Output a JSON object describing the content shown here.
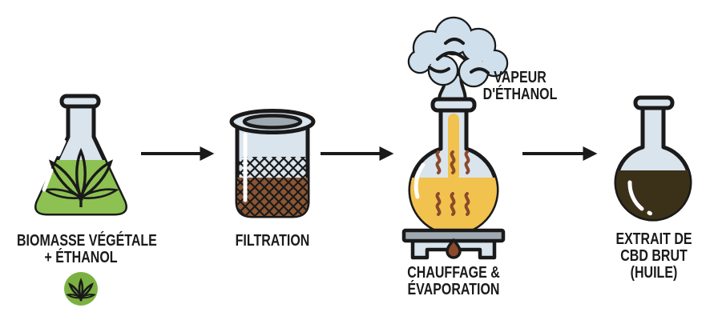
{
  "diagram": {
    "type": "process-flow",
    "subject": "CBD extraction process (ethanol method)",
    "stages": [
      {
        "id": "biomasse",
        "icon": "erlenmeyer-flask-with-cannabis-leaf",
        "label_lines": [
          "BIOMASSE VÉGÉTALE",
          "+ ÉTHANOL"
        ]
      },
      {
        "id": "filtration",
        "icon": "filter-beaker-with-mesh",
        "label_lines": [
          "FILTRATION"
        ]
      },
      {
        "id": "chauffage",
        "icon": "round-flask-on-hot-plate",
        "label_lines": [
          "CHAUFFAGE &",
          "ÉVAPORATION"
        ]
      },
      {
        "id": "extrait",
        "icon": "round-flask-with-dark-oil",
        "label_lines": [
          "EXTRAIT DE",
          "CBD BRUT",
          "(HUILE)"
        ]
      }
    ],
    "annotations": {
      "vapeur_lines": [
        "VAPEUR",
        "D'ÉTHANOL"
      ]
    },
    "connectors": [
      "arrow-right",
      "arrow-right",
      "arrow-right"
    ],
    "icons": [
      "cannabis-leaf-icon",
      "vapor-cloud-icon",
      "heat-waves-icon",
      "hot-plate-icon",
      "green-leaf-badge-icon"
    ]
  },
  "colors": {
    "ink": "#1a1a1a",
    "glass": "#d9e4ed",
    "green": "#8dc152",
    "circle_green": "#7cb142",
    "brown": "#8c5633",
    "gray": "#9fa9b2",
    "cloud": "#cfdfeb",
    "yellow": "#f2c24e",
    "oil": "#3a3118",
    "heat": "#8b4a2b",
    "bg": "#ffffff"
  }
}
